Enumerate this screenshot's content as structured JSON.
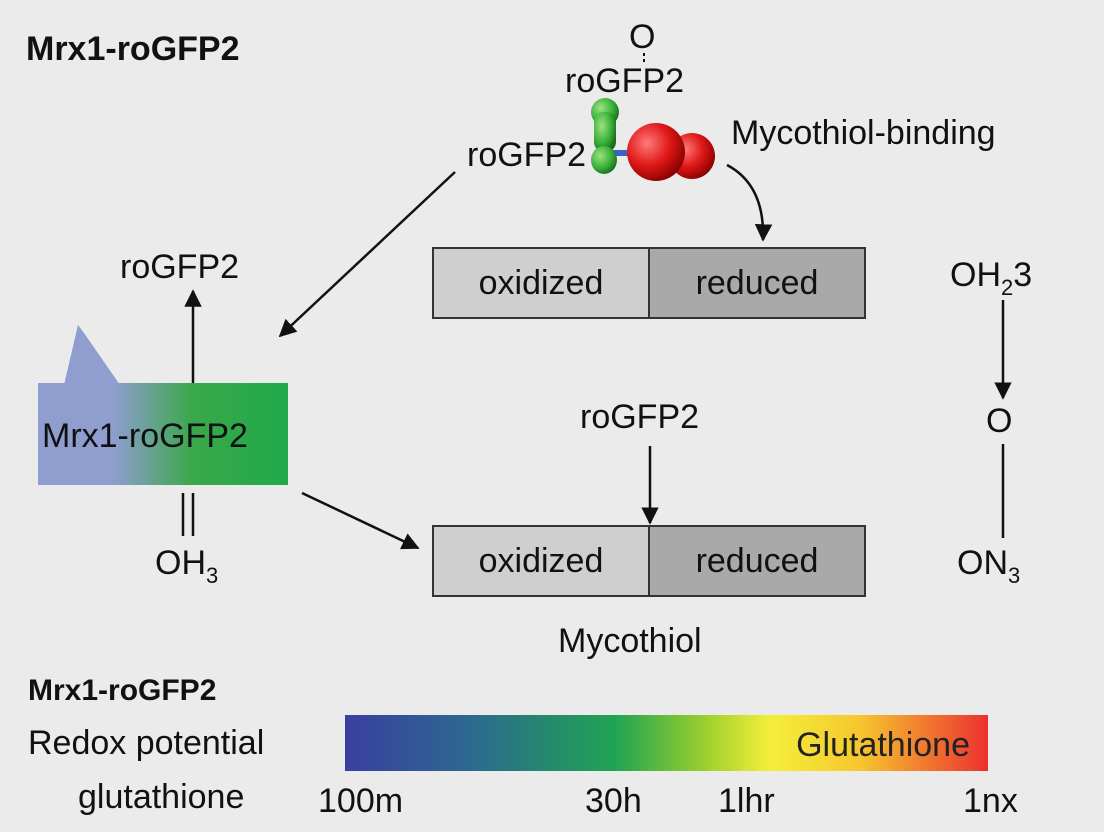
{
  "diagram": {
    "title": "Mrx1-roGFP2",
    "top_o_label": "O",
    "top_rogfp2_label": "roGFP2",
    "side_rogfp2_label": "roGFP2",
    "mycothiol_binding_label": "Mycothiol-binding",
    "box_top": {
      "oxidized": "oxidized",
      "reduced": "reduced"
    },
    "box_bottom": {
      "oxidized": "oxidized",
      "reduced": "reduced"
    },
    "left_rogfp2_label": "roGFP2",
    "fusion_label": "Mrx1-roGFP2",
    "left_oh3": {
      "main": "OH",
      "sub": "3"
    },
    "middle_rogfp2_label": "roGFP2",
    "mycothiol_label": "Mycothiol",
    "right_oh23": {
      "main": "OH",
      "sub": "2",
      "tail": "3"
    },
    "right_o_label": "O",
    "right_on3": {
      "main": "ON",
      "sub": "3"
    },
    "colors": {
      "fusion_blue": "#8f9dcf",
      "fusion_green": "#1faa4a",
      "molecule_green": "#3cb33c",
      "molecule_red": "#e01818",
      "oxidized_fill": "#cfcfcf",
      "reduced_fill": "#a9a9a9"
    }
  },
  "legend": {
    "title": "Mrx1-roGFP2",
    "line1": "Redox potential",
    "line2": "glutathione",
    "bar_label": "Glutathione",
    "ticks": [
      "100m",
      "30h",
      "1lhr",
      "1nx"
    ]
  }
}
